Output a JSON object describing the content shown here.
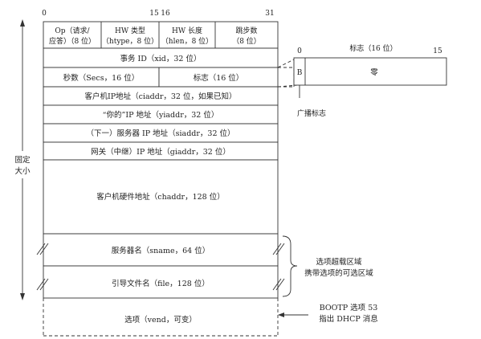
{
  "bit_labels": {
    "b0": "0",
    "b15": "15",
    "b16": "16",
    "b31": "31"
  },
  "header_row": {
    "op": [
      "Op（请求/",
      "应答）（8 位）"
    ],
    "htype": [
      "HW 类型",
      "（htype，8 位）"
    ],
    "hlen": [
      "HW 长度",
      "（hlen，8 位）"
    ],
    "hops": [
      "跳步数",
      "（8 位）"
    ]
  },
  "fields": {
    "xid": "事务 ID（xid，32 位）",
    "secs": "秒数（Secs，16 位）",
    "flags": "标志（16 位）",
    "ciaddr": "客户机IP地址（ciaddr，32 位，如果已知）",
    "yiaddr": "“你的”IP 地址（yiaddr，32 位）",
    "siaddr": "（下一）服务器 IP 地址（siaddr，32 位）",
    "giaddr": "网关（中继）IP 地址（giaddr，32 位）",
    "chaddr": "客户机硬件地址（chaddr，128 位）",
    "sname": "服务器名（sname，64 位）",
    "file": "引导文件名（file，128 位）",
    "vend": "选项（vend，可变）"
  },
  "fixed_label": [
    "固定",
    "大小"
  ],
  "flags_detail": {
    "title": "标志（16 位）",
    "bit0": "0",
    "bit15": "15",
    "b_label": "B",
    "zero_label": "零",
    "broadcast_label": "广播标志"
  },
  "overload_note": [
    "选项超载区域",
    "携带选项的可选区域"
  ],
  "bootp_note": [
    "BOOTP 选项 53",
    "指出 DHCP 消息"
  ]
}
